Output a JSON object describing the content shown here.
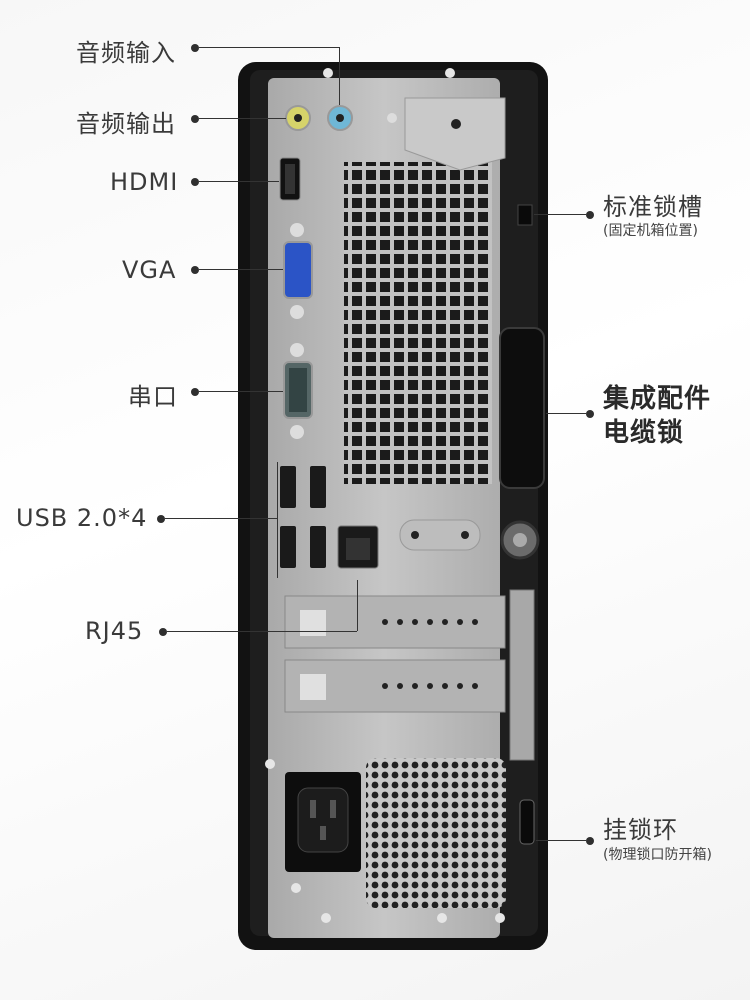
{
  "callouts_left": {
    "audio_in": "音频输入",
    "audio_out": "音频输出",
    "hdmi": "HDMI",
    "vga": "VGA",
    "serial": "串口",
    "usb": "USB 2.0*4",
    "rj45": "RJ45"
  },
  "callouts_right": {
    "lock_slot": "标准锁槽",
    "lock_slot_note": "(固定机箱位置)",
    "cable_lock_line1": "集成配件",
    "cable_lock_line2": "电缆锁",
    "padlock_loop": "挂锁环",
    "padlock_loop_note": "(物理锁口防开箱)"
  },
  "colors": {
    "chassis": "#111111",
    "panel": "#b9b9b9",
    "audio_in_jack": "#6fb7d6",
    "audio_out_jack": "#d6d36a",
    "vga_connector": "#2b54c6"
  }
}
